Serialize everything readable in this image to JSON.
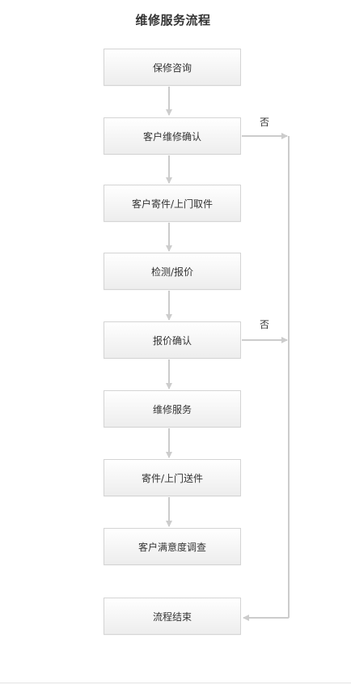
{
  "diagram": {
    "title": "维修服务流程",
    "steps": [
      "保修咨询",
      "客户维修确认",
      "客户寄件/上门取件",
      "检测/报价",
      "报价确认",
      "维修服务",
      "寄件/上门送件",
      "客户满意度调查",
      "流程结束"
    ],
    "branch_labels": [
      "否",
      "否"
    ],
    "colors": {
      "connector": "#cccccc",
      "box_border": "#d4d4d4",
      "text": "#333333"
    }
  }
}
